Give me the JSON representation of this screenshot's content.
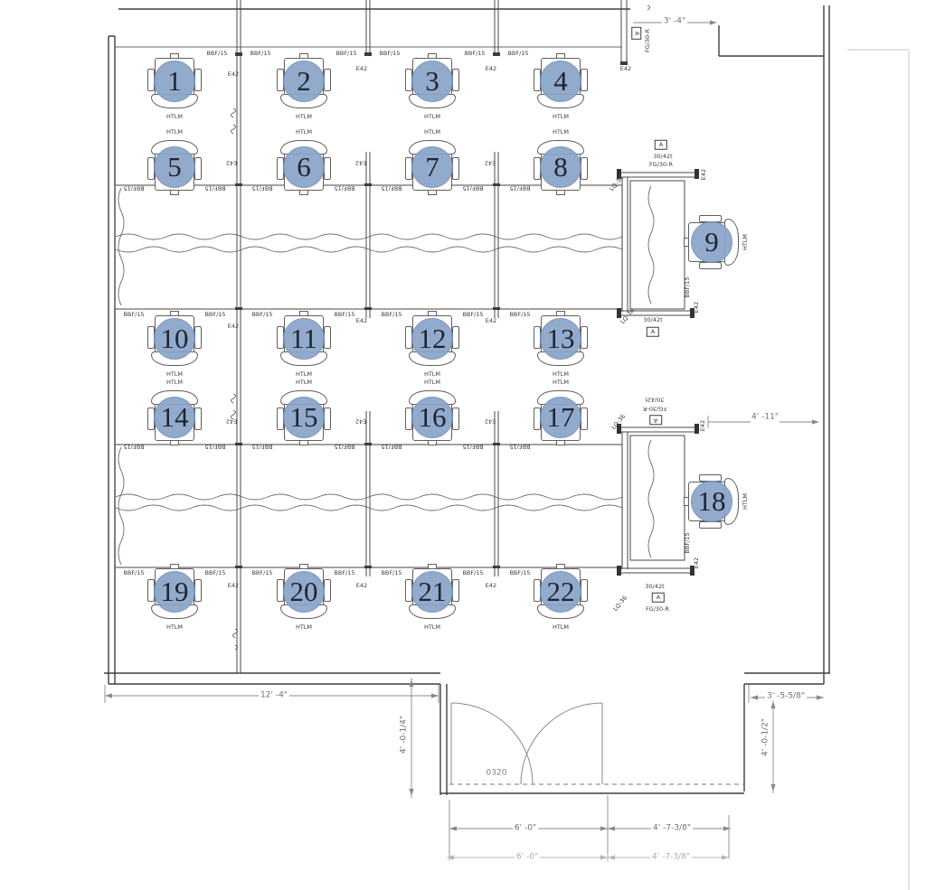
{
  "labels": {
    "bbf15": "BBF/15",
    "e42": "E42",
    "htlm": "HTLM",
    "lq36": "LQ-36",
    "table_tag": "30/42t",
    "panel_tag": "FG/30-R",
    "callout_a": "A",
    "door_number": "0320"
  },
  "dimensions": {
    "top_right": "3' -4\"",
    "right_side": "4' -11\"",
    "bottom_left": "12' -4\"",
    "entry_left": "4' -0-1/4\"",
    "entry_right": "4' -0-1/2\"",
    "bottom_right": "3' -5-5/8\"",
    "door_width": "6' -0\"",
    "door_side": "4' -7-3/8\"",
    "door_width_alt": "6' -0\"",
    "door_side_alt": "4' -7-3/8\""
  },
  "stations": [
    {
      "number": "1"
    },
    {
      "number": "2"
    },
    {
      "number": "3"
    },
    {
      "number": "4"
    },
    {
      "number": "5"
    },
    {
      "number": "6"
    },
    {
      "number": "7"
    },
    {
      "number": "8"
    },
    {
      "number": "9"
    },
    {
      "number": "10"
    },
    {
      "number": "11"
    },
    {
      "number": "12"
    },
    {
      "number": "13"
    },
    {
      "number": "14"
    },
    {
      "number": "15"
    },
    {
      "number": "16"
    },
    {
      "number": "17"
    },
    {
      "number": "18"
    },
    {
      "number": "19"
    },
    {
      "number": "20"
    },
    {
      "number": "21"
    },
    {
      "number": "22"
    }
  ],
  "colors": {
    "station_fill": "#8aa4c8",
    "station_number": "#101423",
    "wall_line": "#3f3f3f",
    "dim_line": "#8a8a8a",
    "light_line": "#c9c9c9"
  }
}
